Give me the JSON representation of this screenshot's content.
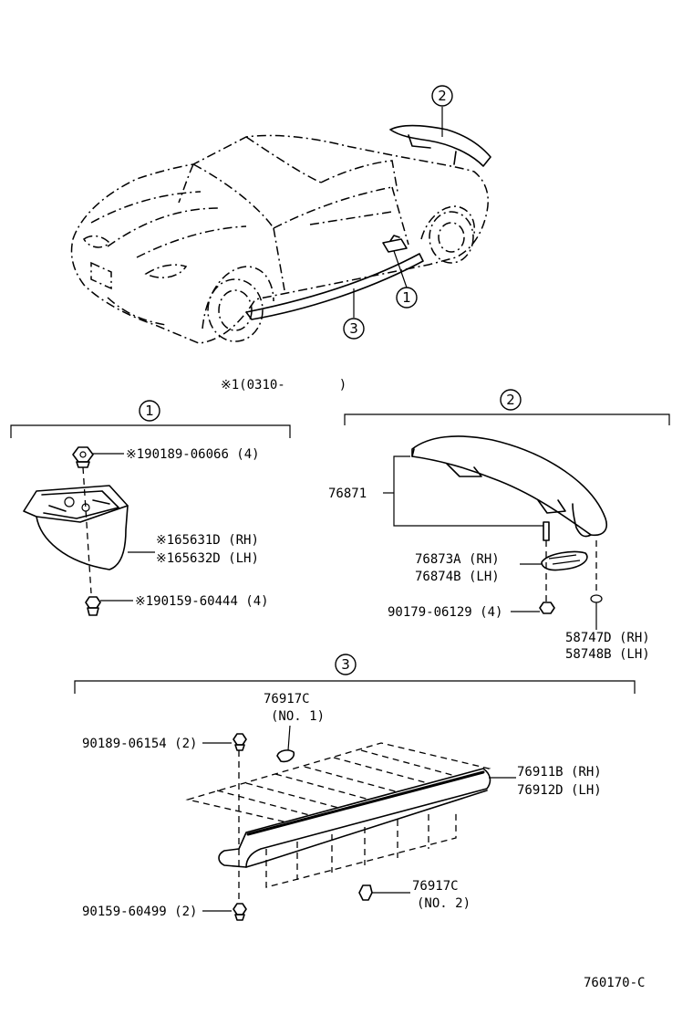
{
  "callouts": {
    "c1": "1",
    "c2": "2",
    "c3": "3"
  },
  "note": "※1(0310-       )",
  "group1": {
    "nut": "※190189-06066 (4)",
    "guard_rh": "※165631D (RH)",
    "guard_lh": "※165632D (LH)",
    "screw": "※190159-60444 (4)"
  },
  "group2": {
    "spoiler": "76871",
    "lamp_rh": "76873A (RH)",
    "lamp_lh": "76874B (LH)",
    "nut": "90179-06129 (4)",
    "pad_rh": "58747D (RH)",
    "pad_lh": "58748B (LH)"
  },
  "group3": {
    "clip1_part": "76917C",
    "clip1_no": "(NO. 1)",
    "nut": "90189-06154 (2)",
    "rocker_rh": "76911B (RH)",
    "rocker_lh": "76912D (LH)",
    "clip2_part": "76917C",
    "clip2_no": "(NO. 2)",
    "screw": "90159-60499 (2)"
  },
  "diagram_id": "760170-C"
}
